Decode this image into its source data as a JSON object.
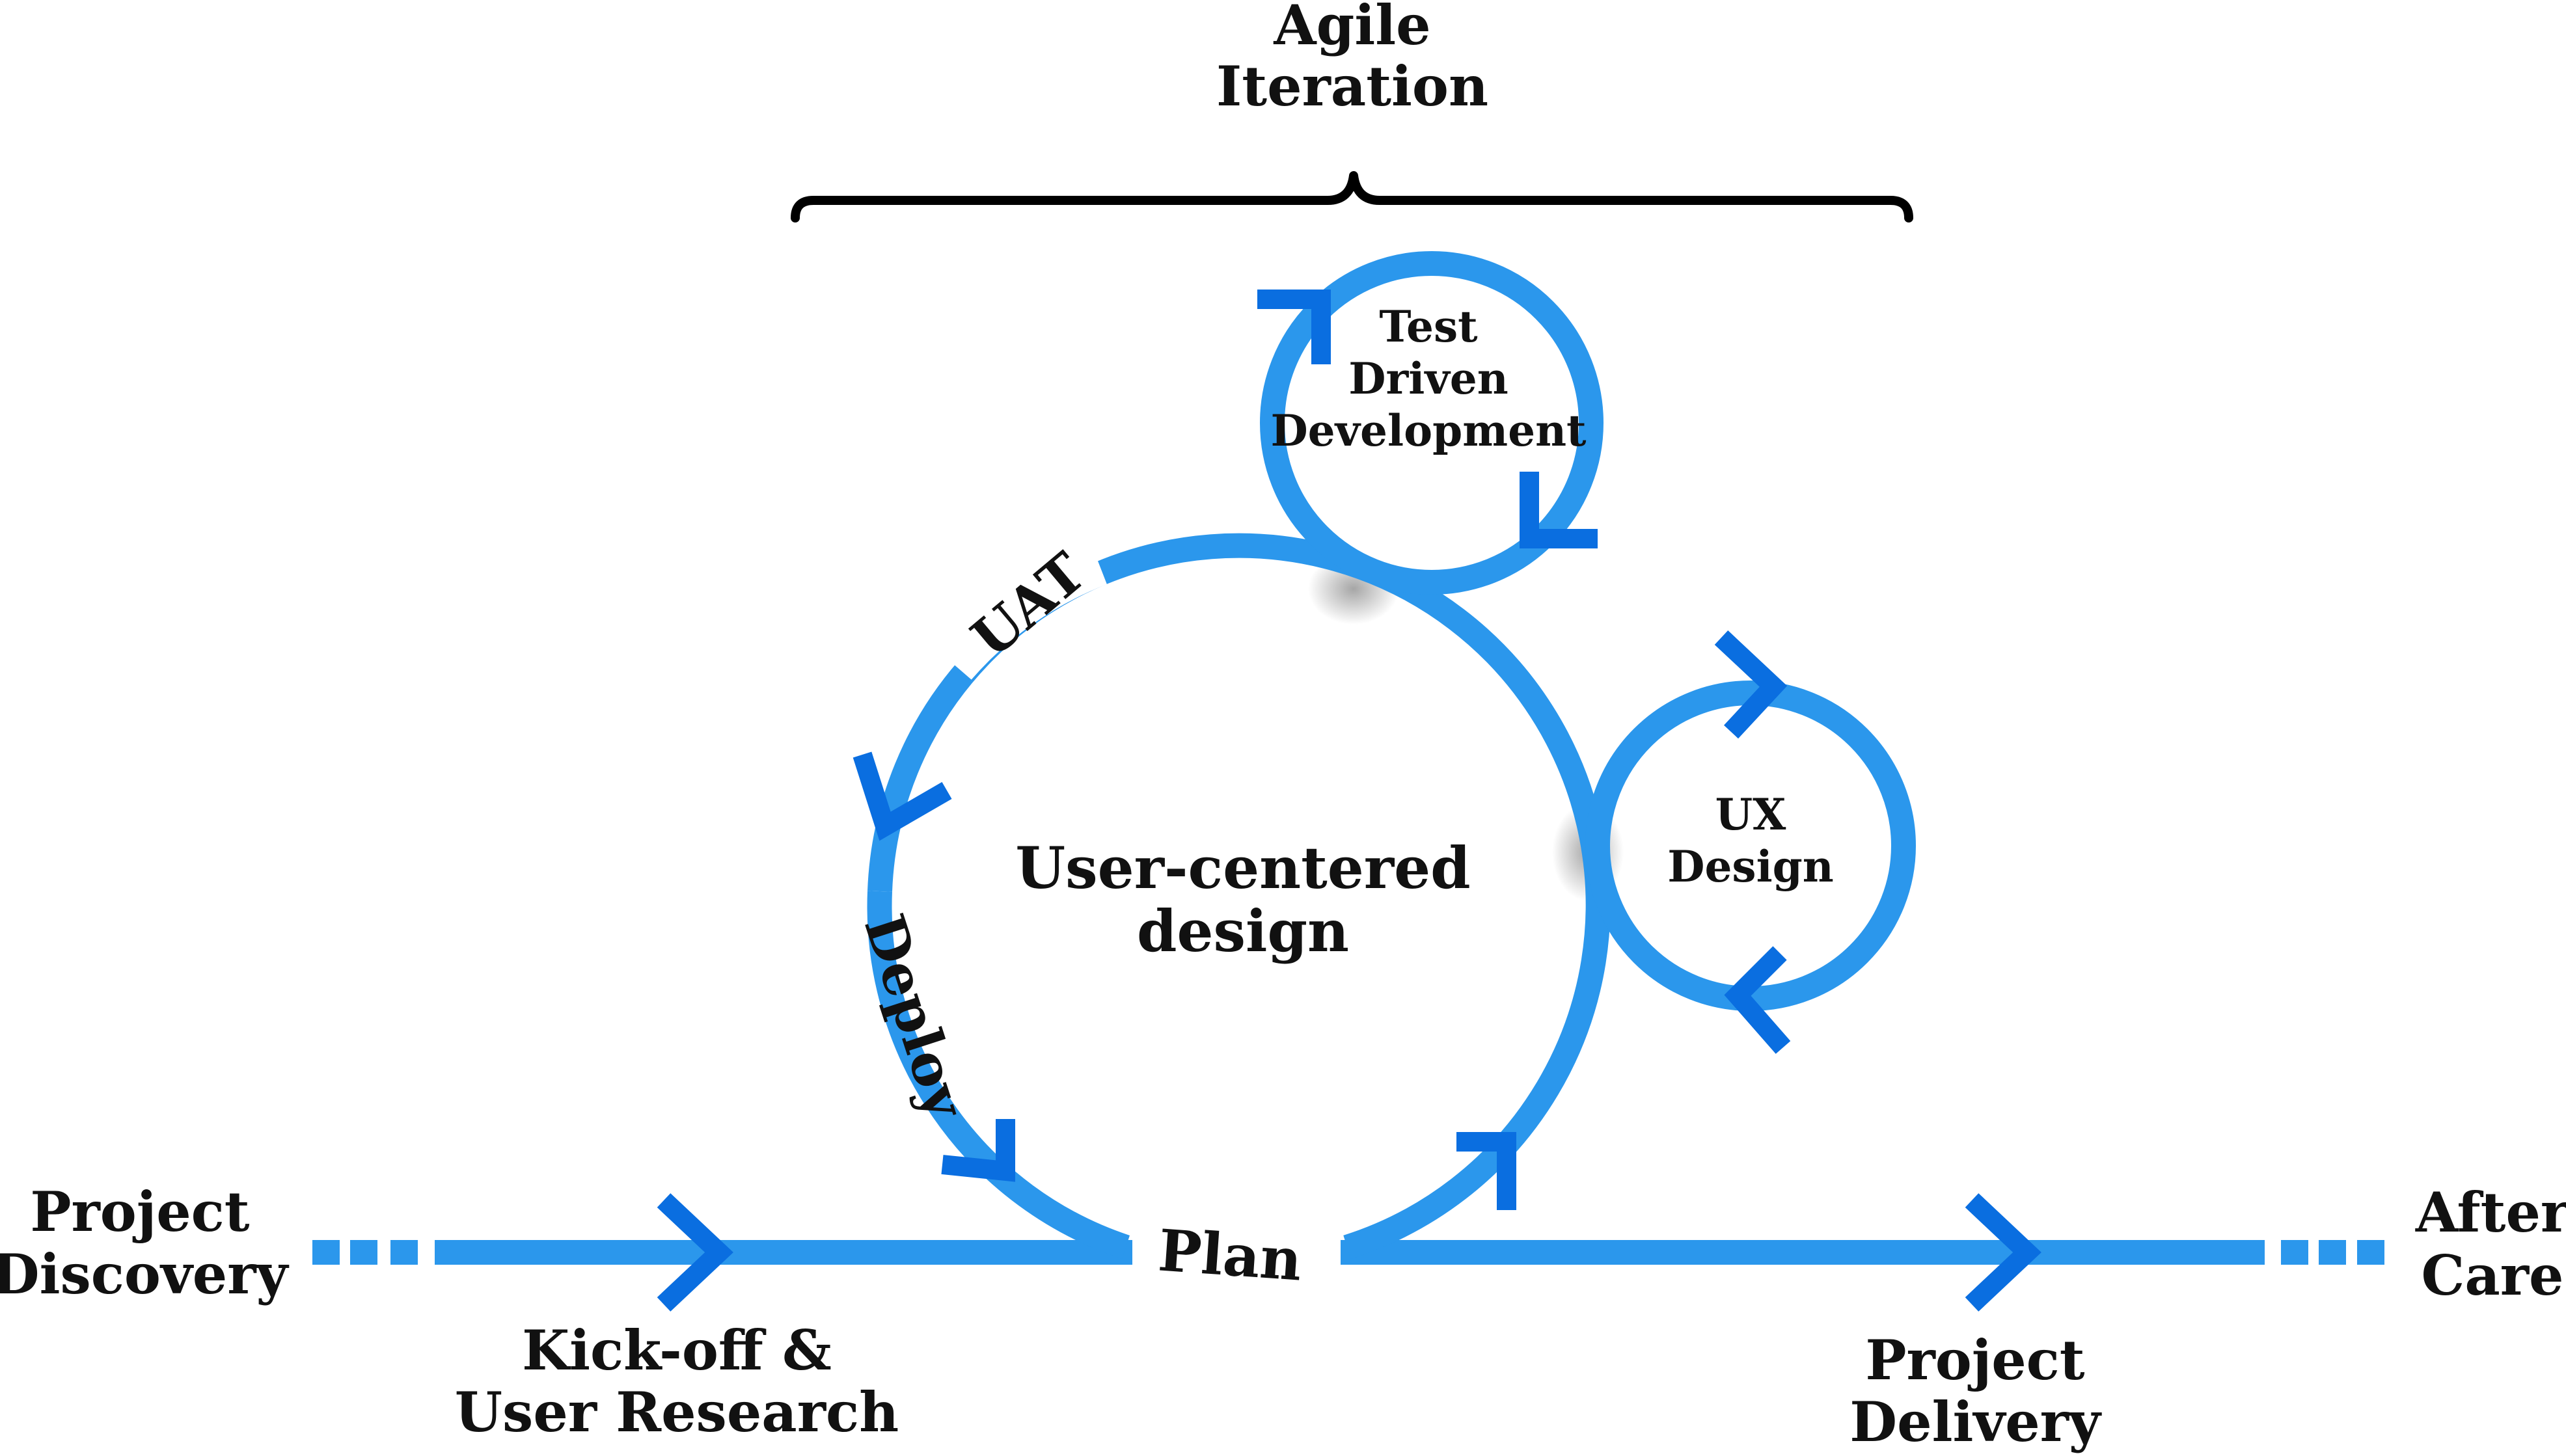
{
  "colors": {
    "flow": "#2B97EC",
    "arrow": "#0A6EE0",
    "text": "#111111",
    "brace": "#000000"
  },
  "bracket": {
    "line1": "Agile",
    "line2": "Iteration"
  },
  "center": {
    "line1": "User-centered",
    "line2": "design"
  },
  "tdd": {
    "line1": "Test",
    "line2": "Driven",
    "line3": "Development"
  },
  "ux": {
    "line1": "UX",
    "line2": "Design"
  },
  "path_labels": {
    "uat": "UAT",
    "deploy": "Deploy",
    "plan": "Plan"
  },
  "stages": {
    "discovery": {
      "line1": "Project",
      "line2": "Discovery"
    },
    "kickoff": {
      "line1": "Kick-off &",
      "line2": "User Research"
    },
    "delivery": {
      "line1": "Project",
      "line2": "Delivery"
    },
    "aftercare": {
      "line1": "After",
      "line2": "Care"
    }
  }
}
